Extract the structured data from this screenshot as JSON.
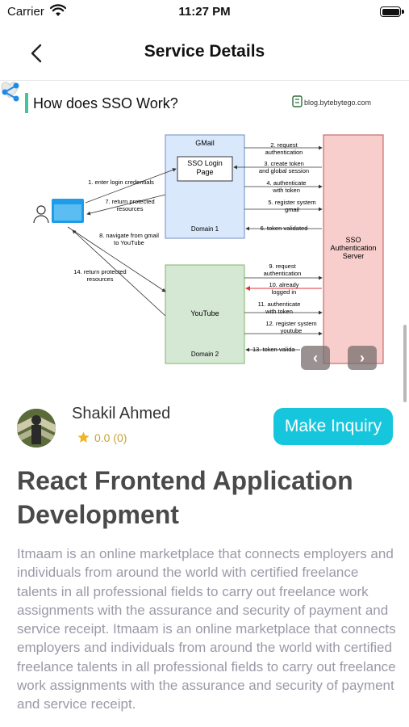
{
  "status_bar": {
    "carrier": "Carrier",
    "time": "11:27 PM"
  },
  "nav": {
    "title": "Service Details"
  },
  "diagram": {
    "heading": "How does SSO Work?",
    "watermark": "blog.bytebytego.com",
    "gmail_title": "GMail",
    "sso_login_page": [
      "SSO Login",
      "Page"
    ],
    "domain1": "Domain 1",
    "youtube_title": "YouTube",
    "domain2": "Domain 2",
    "sso_server": [
      "SSO",
      "Authentication",
      "Server"
    ],
    "steps": {
      "s1": "1. enter login credentials",
      "s2": [
        "2. request",
        "authentication"
      ],
      "s3": [
        "3. create token",
        "and global session"
      ],
      "s4": [
        "4. authenticate",
        "with token"
      ],
      "s5": [
        "5. register system",
        "gmail"
      ],
      "s6": "6. token validated",
      "s7": [
        "7. return protected",
        "resources"
      ],
      "s8": [
        "8. navigate from gmail",
        "to YouTube"
      ],
      "s9": [
        "9. request",
        "authentication"
      ],
      "s10": [
        "10. already",
        "logged in"
      ],
      "s11": [
        "11. authenticate",
        "with token"
      ],
      "s12": [
        "12. register system",
        "youtube"
      ],
      "s13": "13. token valida",
      "s14": [
        "14. return protected",
        "resources"
      ]
    },
    "prev_label": "‹",
    "next_label": "›"
  },
  "seller": {
    "name": "Shakil Ahmed",
    "rating": "0.0 (0)"
  },
  "actions": {
    "inquiry_label": "Make Inquiry"
  },
  "service": {
    "title": "React Frontend Application Development",
    "description": "Itmaam is an online marketplace that connects employers and individuals from around the world with certified freelance talents in all professional fields to carry out freelance work assignments with the assurance and security of payment and service receipt. Itmaam is an online marketplace that connects employers and individuals from around the world with certified freelance talents in all professional fields to carry out freelance work assignments with the assurance and security of payment and service receipt."
  },
  "colors": {
    "accent": "#16c6dc",
    "title_text": "#4a4a4a",
    "body_text": "#9a9aa8",
    "star": "#f0b429",
    "domain1_fill": "#dae8fc",
    "domain2_fill": "#d5e8d4",
    "server_fill": "#f8cecc"
  }
}
